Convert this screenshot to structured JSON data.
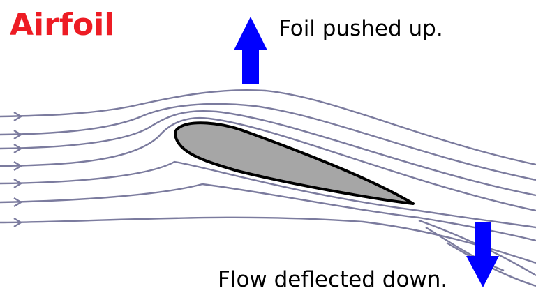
{
  "diagram": {
    "title": "Airfoil",
    "lift_label": "Foil pushed up.",
    "downwash_label": "Flow deflected down."
  },
  "colors": {
    "title": "#ed1c24",
    "text": "#000000",
    "streamline": "#7b7b9e",
    "arrow": "#0000ff",
    "airfoil_fill": "#a6a6a6",
    "airfoil_outline": "#000000",
    "background": "#ffffff"
  },
  "elements": {
    "up_arrow": "lift-arrow",
    "down_arrow": "downwash-arrow",
    "streamline_count": 10
  }
}
